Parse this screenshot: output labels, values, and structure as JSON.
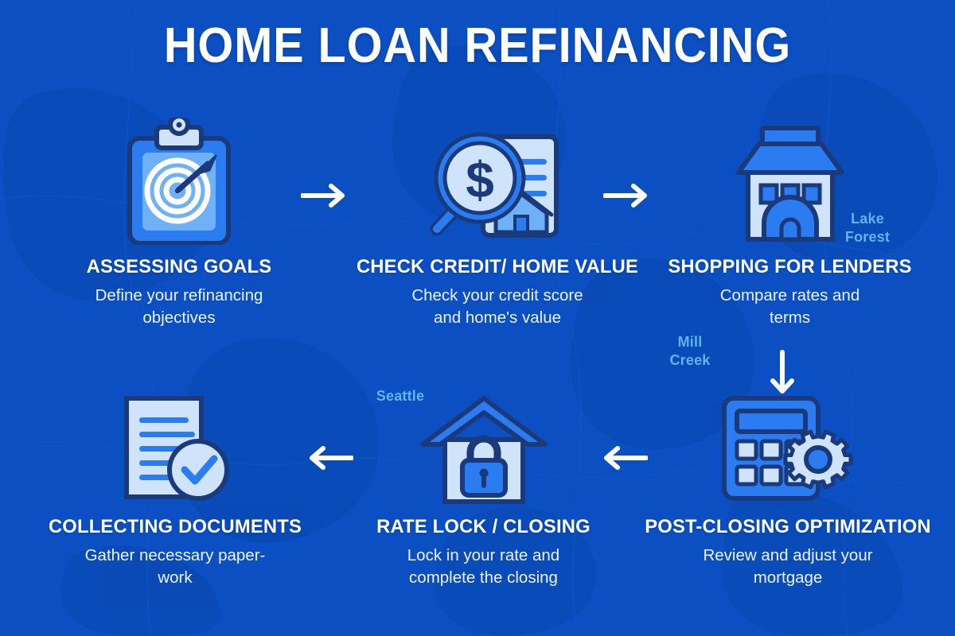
{
  "title": "HOME LOAN REFINANCING",
  "theme": {
    "background": "#0b4fc2",
    "outline": "#1b3a7c",
    "mid_blue": "#2a7cf0",
    "light_blue": "#6fb1f7",
    "pale_blue": "#cfe4fb",
    "white": "#ffffff",
    "city_label": "#62b4ef"
  },
  "steps": [
    {
      "id": "assessing-goals",
      "icon": "clipboard-target-icon",
      "title": "ASSESSING GOALS",
      "desc_lines": [
        "Define your refinancing",
        "objectives"
      ]
    },
    {
      "id": "check-credit-home-value",
      "icon": "magnifier-dollar-document-icon",
      "title": "CHECK CREDIT/ HOME VALUE",
      "desc_lines": [
        "Check your credit score",
        "and home's value"
      ]
    },
    {
      "id": "shopping-for-lenders",
      "icon": "bank-building-icon",
      "title": "SHOPPING FOR LENDERS",
      "desc_lines": [
        "Compare rates and",
        "terms"
      ]
    },
    {
      "id": "collecting-documents",
      "icon": "document-check-icon",
      "title": "COLLECTING DOCUMENTS",
      "desc_lines": [
        "Gather necessary paper-",
        "work"
      ]
    },
    {
      "id": "rate-lock-closing",
      "icon": "house-lock-icon",
      "title": "RATE LOCK / CLOSING",
      "desc_lines": [
        "Lock in your rate and",
        "complete the closing"
      ]
    },
    {
      "id": "post-closing-optimization",
      "icon": "calculator-gear-icon",
      "title": "POST-CLOSING OPTIMIZATION",
      "desc_lines": [
        "Review and adjust your",
        "mortgage"
      ]
    }
  ],
  "arrows": [
    {
      "id": "arrow-1-to-2",
      "direction": "right"
    },
    {
      "id": "arrow-2-to-3",
      "direction": "right"
    },
    {
      "id": "arrow-3-to-6",
      "direction": "down"
    },
    {
      "id": "arrow-6-to-5",
      "direction": "left"
    },
    {
      "id": "arrow-5-to-4",
      "direction": "left"
    }
  ],
  "city_labels": [
    {
      "id": "lake-forest",
      "lines": [
        "Lake",
        "Forest"
      ]
    },
    {
      "id": "mill-creek",
      "lines": [
        "Mill",
        "Creek"
      ]
    },
    {
      "id": "seattle",
      "lines": [
        "Seattle"
      ]
    }
  ]
}
